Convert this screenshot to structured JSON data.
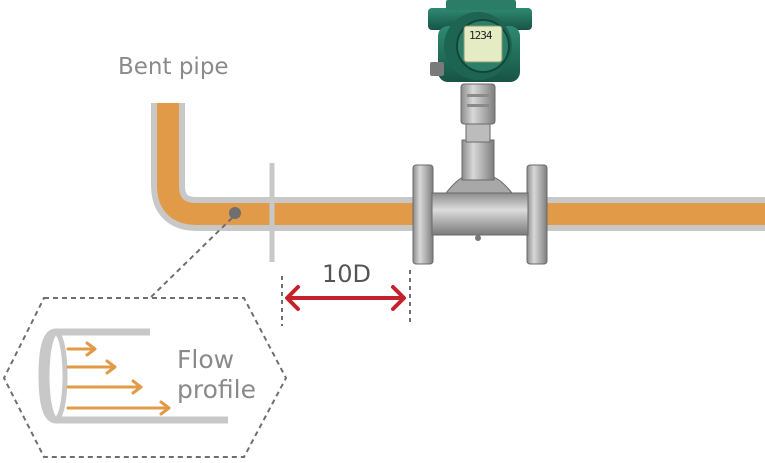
{
  "labels": {
    "bent_pipe": "Bent pipe",
    "distance": "10D",
    "flow_line1": "Flow",
    "flow_line2": "profile",
    "meter_display": "1234"
  },
  "colors": {
    "pipe_fill": "#e09a48",
    "pipe_wall": "#c8c8c8",
    "arrow_red": "#c4212b",
    "dash_gray": "#6f6f6f",
    "meter_green": "#1f6e5a",
    "steel": "#9a9a9a"
  },
  "icons": {
    "distance_marker": "double-headed-arrow",
    "flow_arrows": "right-arrows"
  }
}
